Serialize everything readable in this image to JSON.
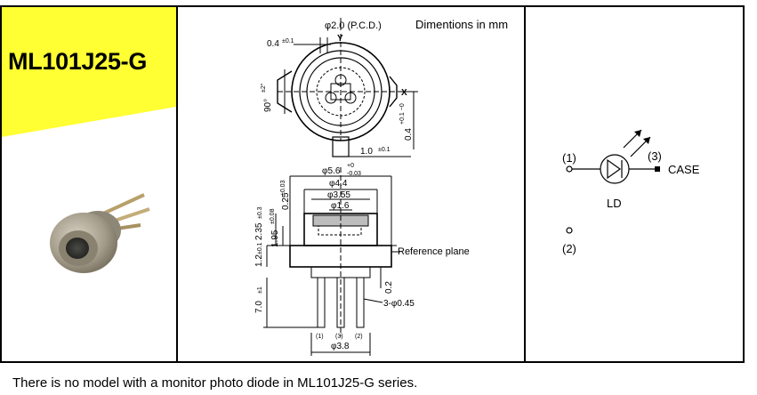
{
  "part_number": "ML101J25-G",
  "header_color": "#ffff33",
  "dimensions_note": "Dimentions in mm",
  "drawing": {
    "pcd": "φ2.0 (P.C.D.)",
    "y_axis": "Y",
    "x_axis": "X",
    "dim_04": "0.4",
    "dim_04_tol": "±0.1",
    "angle_90": "90°",
    "angle_90_tol": "±2°",
    "dim_04_right": "0.4",
    "dim_04_right_tol": "+0.1 −0",
    "dim_10": "1.0",
    "dim_10_tol": "±0.1",
    "dim_56": "φ5.6",
    "dim_56_tol_plus": "+0",
    "dim_56_tol_minus": "-0.03",
    "dim_56_left_tol": "±0.03",
    "dim_44": "φ4.4",
    "dim_355": "φ3.55",
    "dim_16": "φ1.6",
    "dim_025": "0.25",
    "dim_235": "2.35",
    "dim_235_tol": "±0.3",
    "dim_195": "1.95",
    "dim_195_tol": "±0.08",
    "dim_12": "1.2",
    "dim_12_tol": "±0.1",
    "reference_plane": "Reference plane",
    "dim_02": "0.2",
    "dim_pins": "3-φ0.45",
    "dim_70": "7.0",
    "dim_70_tol": "±1",
    "pin_labels": [
      "(1)",
      "(3)",
      "(2)"
    ],
    "dim_38": "φ3.8"
  },
  "schematic": {
    "pin1": "(1)",
    "pin3": "(3)",
    "case": "CASE",
    "ld": "LD",
    "pin2_label": "(2)"
  },
  "footnote": "There is  no model with a monitor photo diode in ML101J25-G series."
}
